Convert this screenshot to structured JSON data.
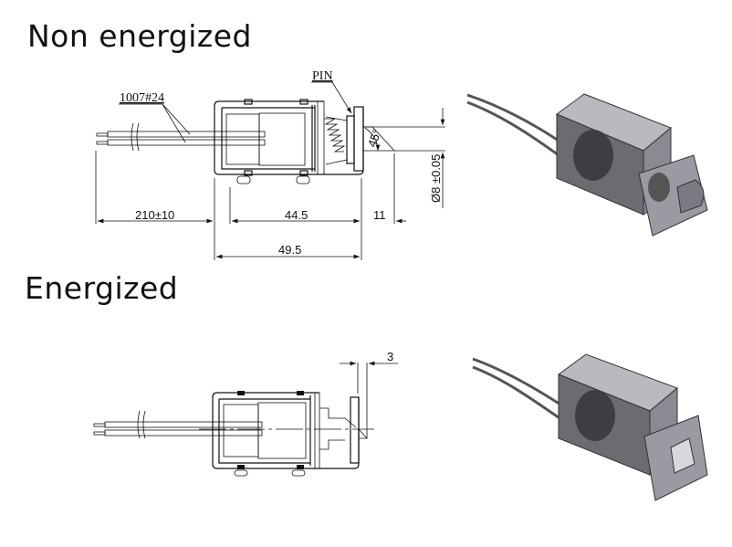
{
  "sections": {
    "non_energized": {
      "title": "Non energized",
      "labels": {
        "wire": "1007#24",
        "pin": "PIN"
      },
      "dimensions": {
        "wire_length": "210±10",
        "body_length": "44.5",
        "pin_extension": "11",
        "total_length": "49.5",
        "pin_angle": "45°",
        "pin_diameter": "Ø8 ±0.05"
      }
    },
    "energized": {
      "title": "Energized",
      "dimensions": {
        "stroke": "3"
      }
    }
  },
  "colors": {
    "line": "#111111",
    "render_body": "#6b6b72",
    "render_light": "#b9b9bf"
  }
}
